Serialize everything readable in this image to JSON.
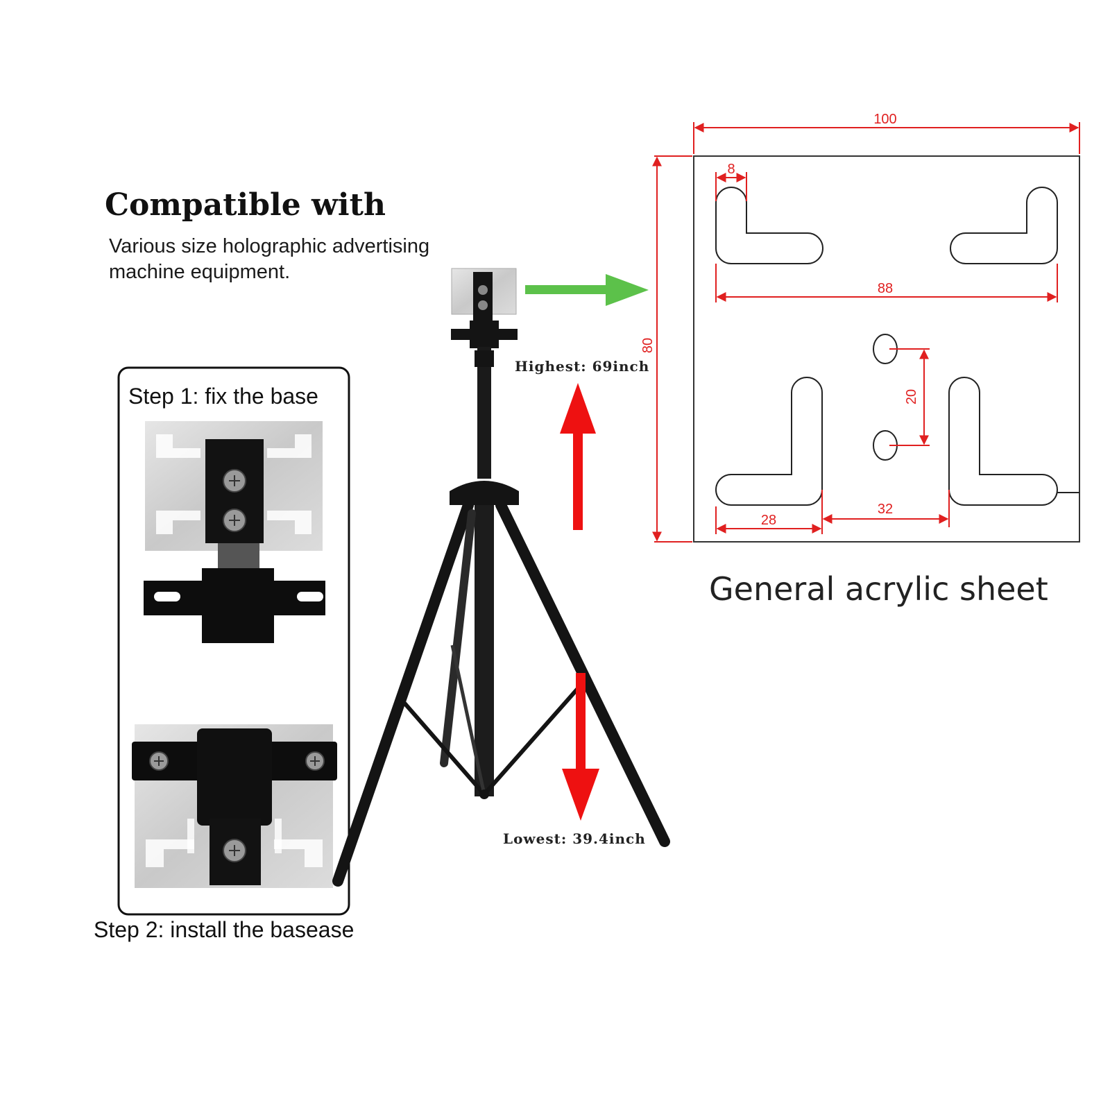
{
  "heading": {
    "title": "Compatible with",
    "description_line1": "Various size holographic advertising",
    "description_line2": "machine equipment."
  },
  "steps": {
    "step1": "Step 1: fix the base",
    "step2": "Step 2: install the basease"
  },
  "stand": {
    "highest": "Highest: 69inch",
    "lowest": "Lowest: 39.4inch"
  },
  "sheet": {
    "caption": "General acrylic sheet",
    "dimensions": {
      "width": "100",
      "height": "80",
      "slot_width": "8",
      "slot_span": "88",
      "hole_spacing": "20",
      "bottom_gap": "32",
      "bottom_slot": "28"
    }
  },
  "colors": {
    "dimension_red": "#e02020",
    "arrow_green": "#5cc14a",
    "arrow_red": "#ee1111",
    "stand_black": "#141414"
  }
}
